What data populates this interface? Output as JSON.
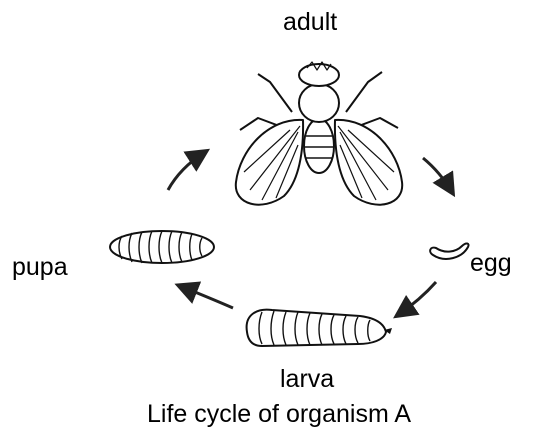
{
  "stages": {
    "adult": "adult",
    "egg": "egg",
    "larva": "larva",
    "pupa": "pupa"
  },
  "caption": "Life cycle of organism A"
}
